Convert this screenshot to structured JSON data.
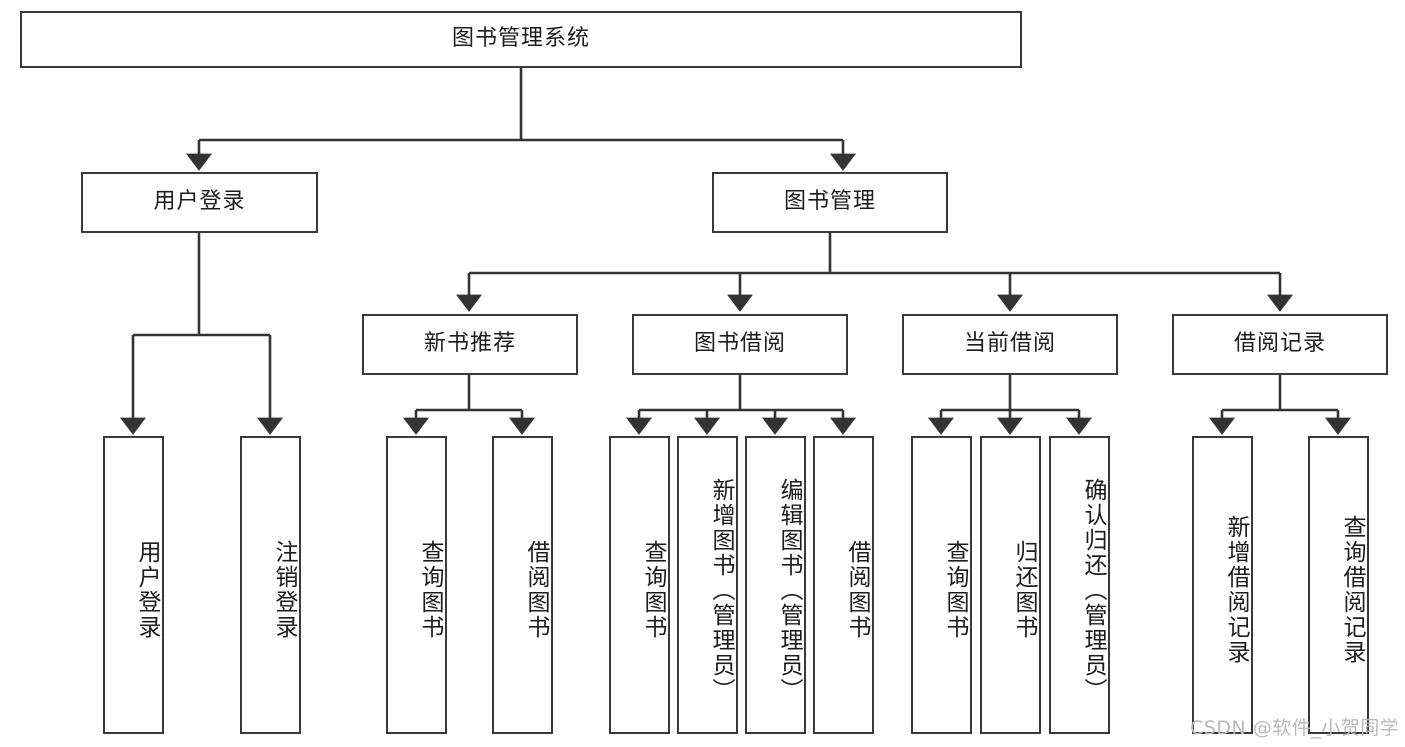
{
  "diagram": {
    "title": "图书管理系统",
    "root": {
      "label": "图书管理系统"
    },
    "level1": [
      {
        "label": "用户登录"
      },
      {
        "label": "图书管理"
      }
    ],
    "level2": [
      {
        "label": "新书推荐"
      },
      {
        "label": "图书借阅"
      },
      {
        "label": "当前借阅"
      },
      {
        "label": "借阅记录"
      }
    ],
    "leaves": {
      "user_login": [
        {
          "label": "用户登录"
        },
        {
          "label": "注销登录"
        }
      ],
      "new_book_recommend": [
        {
          "label": "查询图书"
        },
        {
          "label": "借阅图书"
        }
      ],
      "book_borrow": [
        {
          "label": "查询图书"
        },
        {
          "label": "新增图书（管理员）"
        },
        {
          "label": "编辑图书（管理员）"
        },
        {
          "label": "借阅图书"
        }
      ],
      "current_borrow": [
        {
          "label": "查询图书"
        },
        {
          "label": "归还图书"
        },
        {
          "label": "确认归还（管理员）"
        }
      ],
      "borrow_record": [
        {
          "label": "新增借阅记录"
        },
        {
          "label": "查询借阅记录"
        }
      ]
    }
  },
  "watermark": {
    "text": "CSDN @软件_小贺同学"
  },
  "colors": {
    "box_border": "#3a3a3a",
    "connector": "#333333",
    "background": "#ffffff",
    "text": "#1c1c1c",
    "watermark": "#b9b9b9"
  }
}
